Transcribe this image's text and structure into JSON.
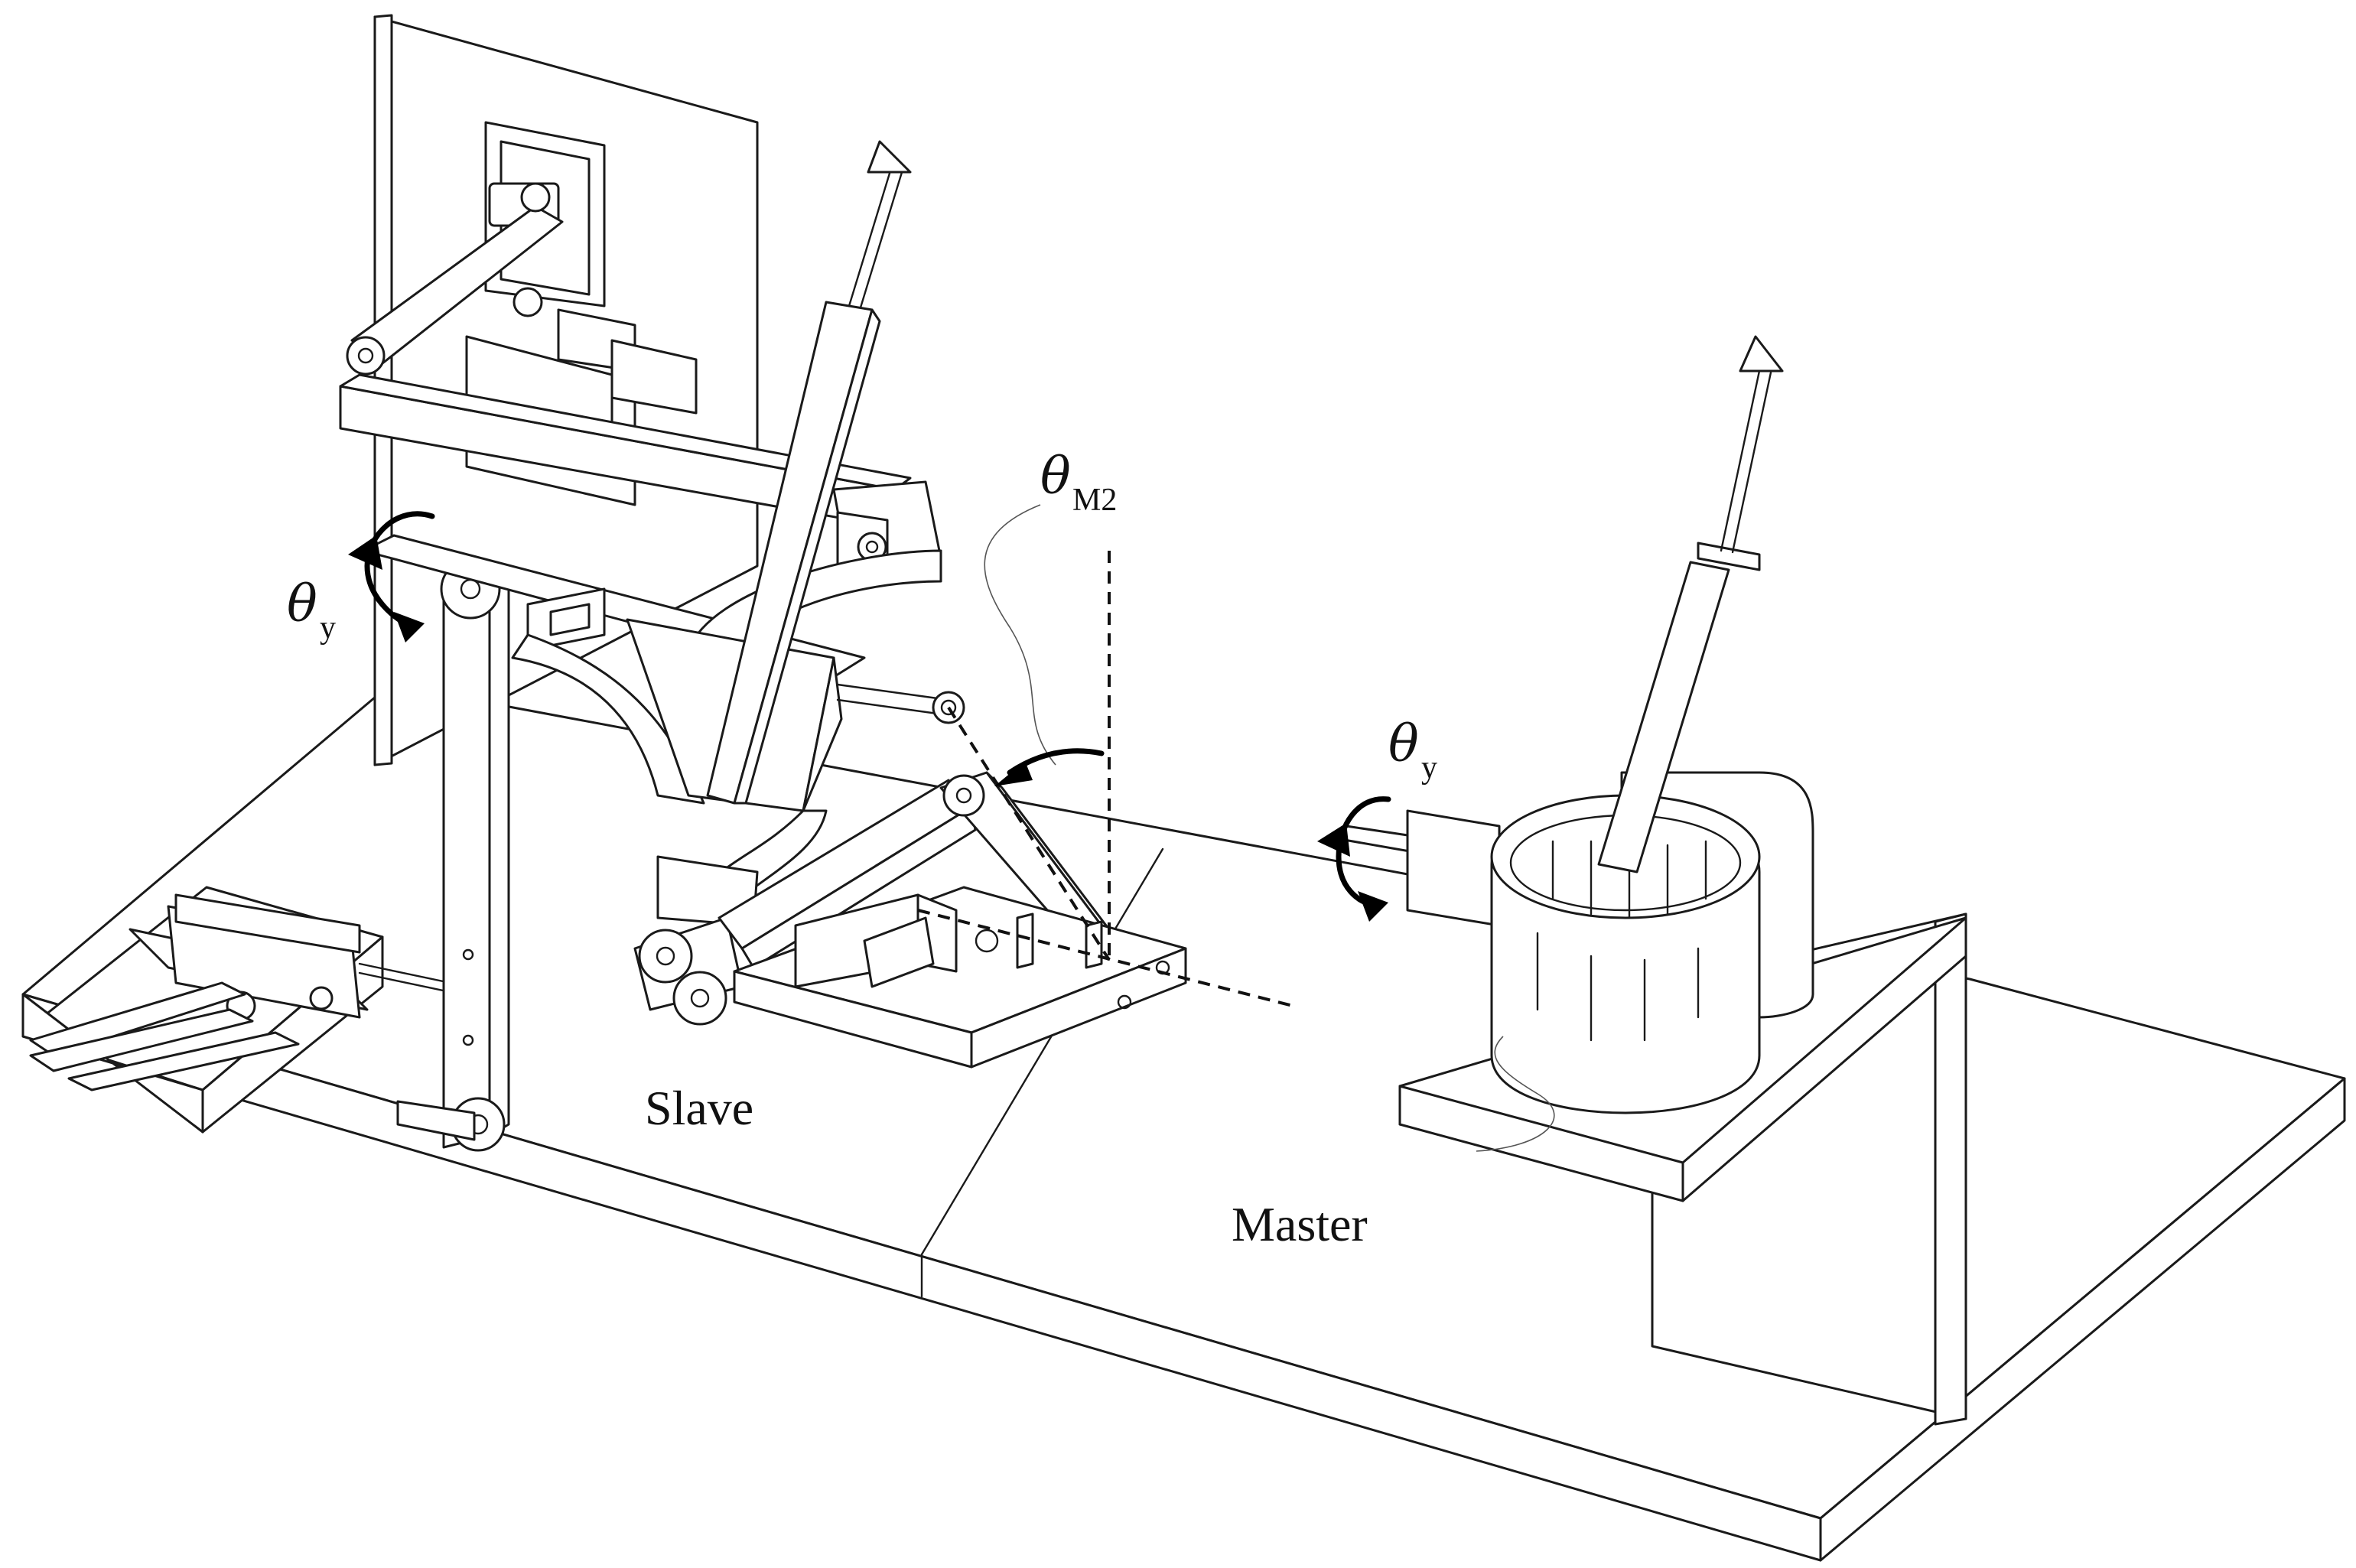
{
  "labels": {
    "slave": "Slave",
    "master": "Master",
    "theta_symbol": "θ",
    "sub_y": "y",
    "sub_m2": "M2"
  }
}
